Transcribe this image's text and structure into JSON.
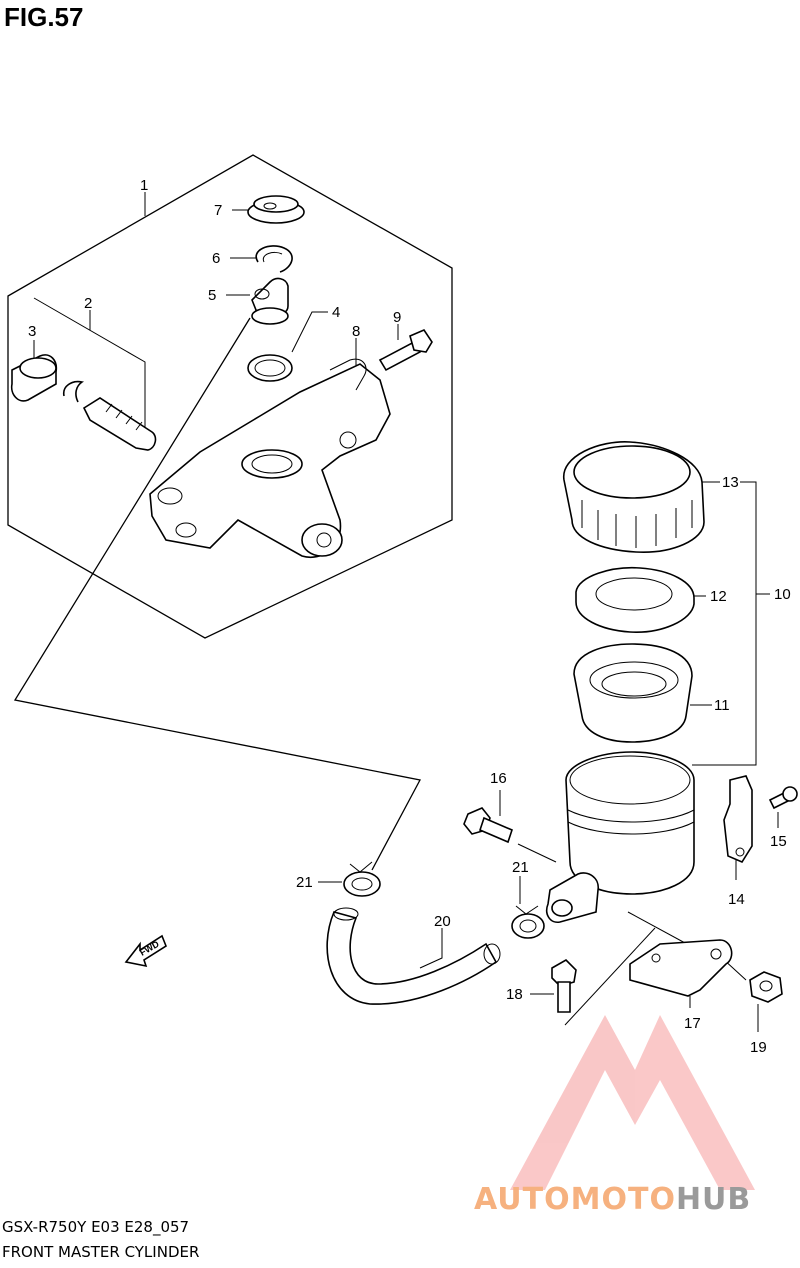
{
  "figure": {
    "title": "FIG.57",
    "model_code": "GSX-R750Y E03 E28_057",
    "description": "FRONT MASTER CYLINDER"
  },
  "fwd_arrow_label": "FWD",
  "watermark": {
    "text_a": "AUTOMOTO",
    "text_b": "HUB",
    "color_a": "#f6b17f",
    "color_b": "#9a9a9a",
    "logo_color": "#f59a9a"
  },
  "callouts": {
    "c1": "1",
    "c2": "2",
    "c3": "3",
    "c4": "4",
    "c5": "5",
    "c6": "6",
    "c7": "7",
    "c8": "8",
    "c9": "9",
    "c10": "10",
    "c11": "11",
    "c12": "12",
    "c13": "13",
    "c14": "14",
    "c15": "15",
    "c16": "16",
    "c17": "17",
    "c18": "18",
    "c19": "19",
    "c20": "20",
    "c21a": "21",
    "c21b": "21"
  }
}
